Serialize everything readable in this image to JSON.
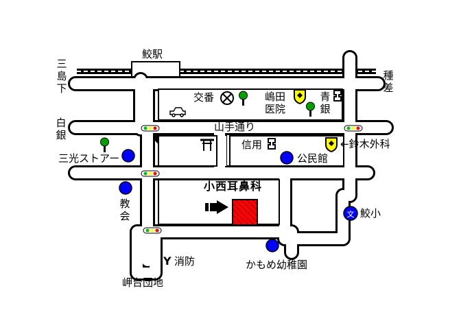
{
  "labels": {
    "station": "鮫駅",
    "sannohe": "三島下",
    "shirogane": "白銀",
    "tanesashi": "種差",
    "koban": "交番",
    "shimada_clinic": "嶋田医院",
    "aogin": "青銀",
    "yamate": "山手通り",
    "shinyo": "信用",
    "kominkan": "公民館",
    "suzuki": "←鈴木外科",
    "sanko_store": "三光ストアー",
    "clinic_name": "小西耳鼻科",
    "church": "教会",
    "same_school": "鮫小",
    "school_mark": "文",
    "fire_station": "消防",
    "kamome": "かもめ幼稚園",
    "misaki": "岬台団地",
    "fire_symbol": "Y"
  },
  "colors": {
    "road_outline": "#000000",
    "road_fill": "#ffffff",
    "marker_blue": "#0000ff",
    "target_red": "#ff0000",
    "tree_green": "#00a000",
    "signal_green": "#00c000",
    "signal_red": "#ff0000",
    "bank_yellow": "#ffff00"
  },
  "icons": [
    "train-track",
    "traffic-signal",
    "police-box-icon",
    "tree-icon",
    "bank-icon",
    "shrine-torii-icon",
    "car-icon",
    "arrow-icon",
    "school-icon",
    "fire-station-icon"
  ]
}
